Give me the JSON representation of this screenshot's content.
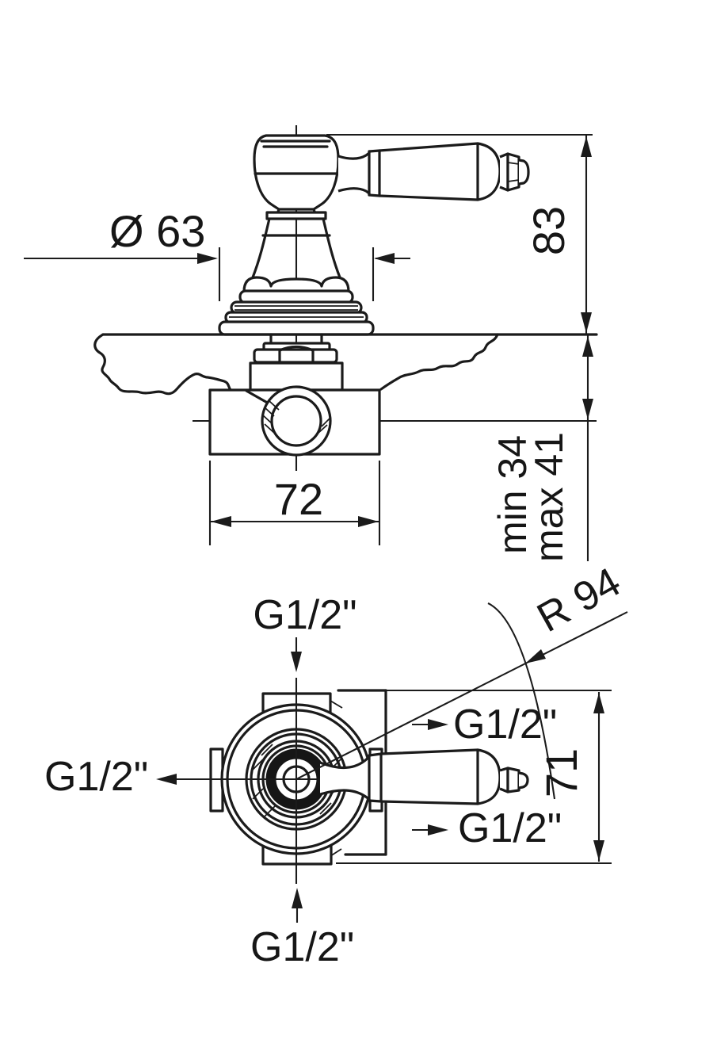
{
  "labels": {
    "diameter": "Ø 63",
    "height": "83",
    "depth_min": "min 34",
    "depth_max": "max 41",
    "width": "72",
    "thread_top": "G1/2\"",
    "thread_left": "G1/2\"",
    "thread_mid_right": "G1/2\"",
    "thread_lower_right": "G1/2\"",
    "thread_bottom": "G1/2\"",
    "radius": "R 94",
    "side_height": "71"
  },
  "colors": {
    "line": "#1b1b1b",
    "background": "#ffffff"
  }
}
